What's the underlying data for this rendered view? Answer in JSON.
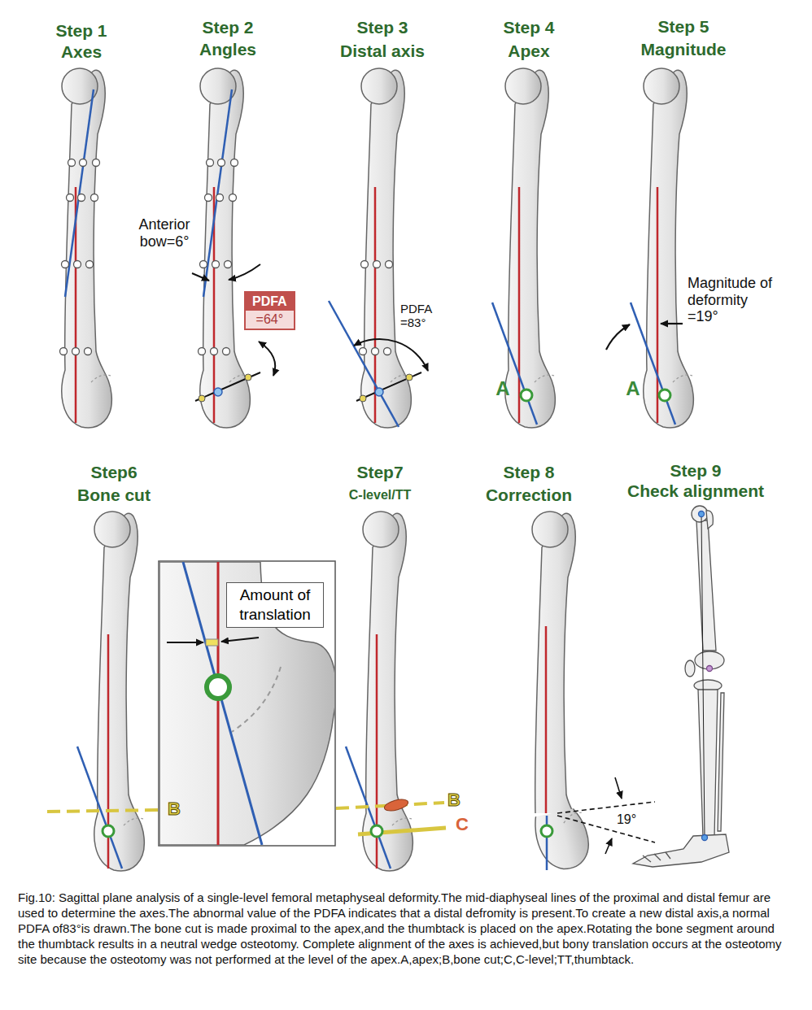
{
  "diagram": {
    "caption": "Fig.10: Sagittal plane analysis of a single-level femoral metaphyseal deformity.The mid-diaphyseal lines of the proximal and distal femur are used to determine the axes.The abnormal value of the PDFA indicates that a distal defromity is present.To create a new distal axis,a normal PDFA of83°is drawn.The bone cut is made proximal to the apex,and the thumbtack is placed on the apex.Rotating the bone segment around the thumbtack results in a neutral wedge osteotomy. Complete alignment of the axes is achieved,but bony translation occurs at the osteotomy site because the osteotomy was not performed at the level of the apex.A,apex;B,bone cut;C,C-level;TT,thumbtack.",
    "nodes": [
      {
        "text": [
          "PDFA",
          "=64°"
        ]
      },
      {
        "text": [
          "Amount of translation"
        ]
      }
    ],
    "labels": [
      "Step 1",
      "Axes",
      "Step 2",
      "Angles",
      "Step 3",
      "Distal axis",
      "Step 4",
      "Apex",
      "Step 5",
      "Magnitude",
      "Anterior bow=6°",
      "PDFA =83°",
      "A",
      "Magnitude of deformity =19°",
      "A",
      "Step6",
      "Bone cut",
      "B",
      "Step7",
      "C-level/TT",
      "B",
      "C",
      "Step 8",
      "Correction",
      "19°",
      "Step 9",
      "Check alignment"
    ]
  }
}
